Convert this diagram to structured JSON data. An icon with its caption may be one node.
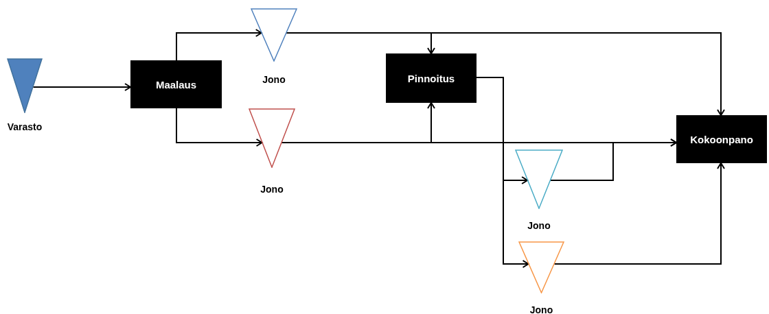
{
  "diagram": {
    "nodes": [
      {
        "text": [
          "Varasto"
        ]
      },
      {
        "text": [
          "Maalaus"
        ]
      },
      {
        "text": [
          "Jono"
        ]
      },
      {
        "text": [
          "Jono"
        ]
      },
      {
        "text": [
          "Pinnoitus"
        ]
      },
      {
        "text": [
          "Kokoonpano"
        ]
      },
      {
        "text": [
          "Jono"
        ]
      },
      {
        "text": [
          "Jono"
        ]
      }
    ],
    "edges": [
      {
        "from": 0,
        "to": 1,
        "arrow": "to"
      },
      {
        "from": 1,
        "to": 2,
        "arrow": "to"
      },
      {
        "from": 1,
        "to": 3,
        "arrow": "to"
      },
      {
        "from": 2,
        "to": 4,
        "arrow": "to"
      },
      {
        "from": 2,
        "to": 5,
        "arrow": "to"
      },
      {
        "from": 3,
        "to": 4,
        "arrow": "to"
      },
      {
        "from": 3,
        "to": 5,
        "arrow": "to"
      },
      {
        "from": 4,
        "to": 6,
        "arrow": "to"
      },
      {
        "from": 4,
        "to": 7,
        "arrow": "to"
      },
      {
        "from": 6,
        "to": 5,
        "arrow": "to"
      },
      {
        "from": 7,
        "to": 5,
        "arrow": "to"
      }
    ]
  }
}
